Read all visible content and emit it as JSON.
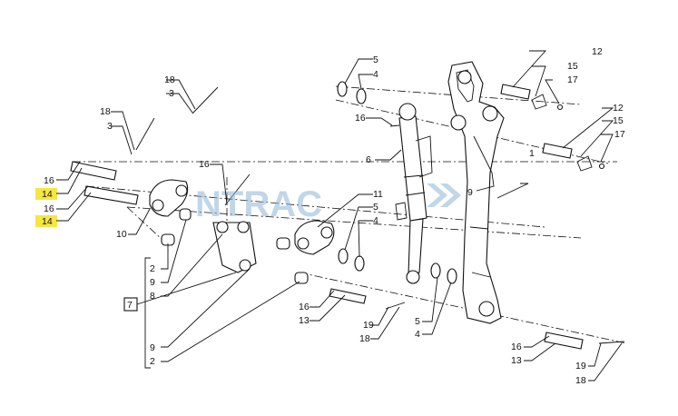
{
  "watermark": "NTRAC",
  "callouts": {
    "c1": "1",
    "c2a": "2",
    "c2b": "2",
    "c3a": "3",
    "c3b": "3",
    "c4a": "4",
    "c4b": "4",
    "c4c": "4",
    "c5a": "5",
    "c5b": "5",
    "c5c": "5",
    "c6": "6",
    "c7": "7",
    "c8": "8",
    "c9a": "9",
    "c9b": "9",
    "c10": "10",
    "c11": "11",
    "c12a": "12",
    "c12b": "12",
    "c13a": "13",
    "c13b": "13",
    "c14a": "14",
    "c14b": "14",
    "c15a": "15",
    "c15b": "15",
    "c16a": "16",
    "c16b": "16",
    "c16c": "16",
    "c16d": "16",
    "c16e": "16",
    "c16f": "16",
    "c17a": "17",
    "c17b": "17",
    "c18a": "18",
    "c18b": "18",
    "c18c": "18",
    "c18d": "18",
    "c19a": "19",
    "c19b": "19"
  },
  "colors": {
    "highlight": "#f5e642",
    "line": "#111111",
    "watermark": "#8fb6d6"
  }
}
